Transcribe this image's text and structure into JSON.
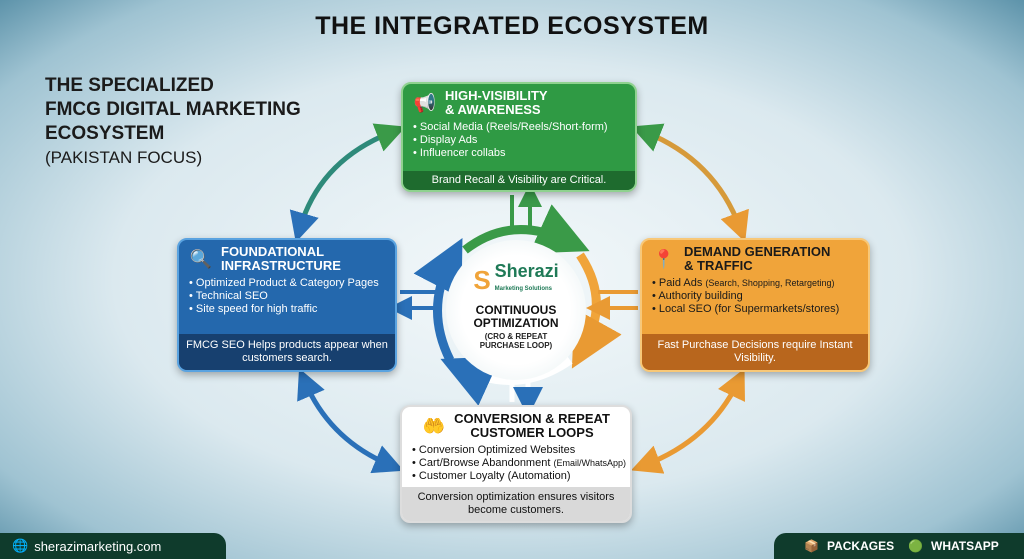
{
  "title": "THE INTEGRATED ECOSYSTEM",
  "subtitle": {
    "line1": "THE SPECIALIZED",
    "line2": "FMCG DIGITAL MARKETING",
    "line3": "ECOSYSTEM",
    "line4": "(PAKISTAN FOCUS)"
  },
  "awareness": {
    "title1": "HIGH-VISIBILITY",
    "title2": "& AWARENESS",
    "items": [
      "Social Media (Reels/Reels/Short-form)",
      "Display Ads",
      "Influencer collabs"
    ],
    "footer": "Brand Recall & Visibility are Critical.",
    "icon": "megaphone-icon"
  },
  "foundation": {
    "title1": "FOUNDATIONAL",
    "title2": "INFRASTRUCTURE",
    "items": [
      "Optimized Product & Category Pages",
      "Technical SEO",
      "Site speed for high traffic"
    ],
    "footer": "FMCG SEO Helps products appear when customers search.",
    "icon": "search-chart-icon"
  },
  "demand": {
    "title1": "DEMAND GENERATION",
    "title2": "& TRAFFIC",
    "items": [
      "Paid Ads",
      "Authority building",
      "Local SEO (for Supermarkets/stores)"
    ],
    "item1_note": "(Search, Shopping, Retargeting)",
    "footer": "Fast Purchase Decisions require Instant Visibility.",
    "icon": "location-dollar-icon"
  },
  "conversion": {
    "title1": "CONVERSION & REPEAT",
    "title2": "CUSTOMER LOOPS",
    "items": [
      "Conversion Optimized Websites",
      "Cart/Browse Abandonment",
      "Customer Loyalty (Automation)"
    ],
    "item2_note": "(Email/WhatsApp)",
    "footer": "Conversion optimization ensures visitors become customers.",
    "icon": "hand-coin-icon"
  },
  "center": {
    "brand": "Sherazi",
    "tagline": "Marketing Solutions",
    "title1": "CONTINUOUS",
    "title2": "OPTIMIZATION",
    "sub1": "(CRO & REPEAT",
    "sub2": "PURCHASE LOOP)"
  },
  "footer": {
    "website": "sherazimarketing.com",
    "packages": "PACKAGES",
    "whatsapp": "WHATSAPP"
  },
  "colors": {
    "green": "#2f9a44",
    "blue": "#2468ad",
    "orange": "#f0a43a",
    "footer": "#0f3b2c"
  }
}
